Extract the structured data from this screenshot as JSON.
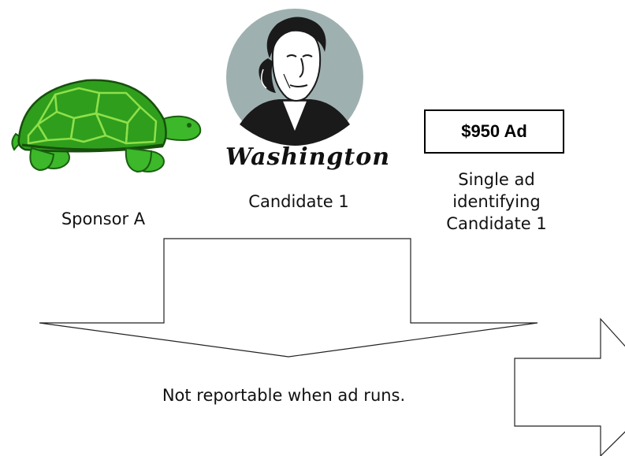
{
  "sponsor": {
    "icon": "turtle-icon",
    "label": "Sponsor A",
    "colors": {
      "shell": "#2f9e1c",
      "shell_dark": "#1f6e12",
      "skin": "#3cb82a",
      "seam": "#8ee04a"
    }
  },
  "candidate": {
    "icon": "washington-portrait-icon",
    "signature": "Washington",
    "label": "Candidate 1",
    "colors": {
      "circle": "#9fb0b0"
    }
  },
  "ad": {
    "box_text": "$950 Ad",
    "description_lines": [
      "Single ad",
      "identifying",
      "Candidate 1"
    ]
  },
  "flow": {
    "down_arrow_icon": "down-arrow-icon",
    "right_arrow_icon": "right-arrow-icon",
    "result_text": "Not reportable when ad runs."
  }
}
